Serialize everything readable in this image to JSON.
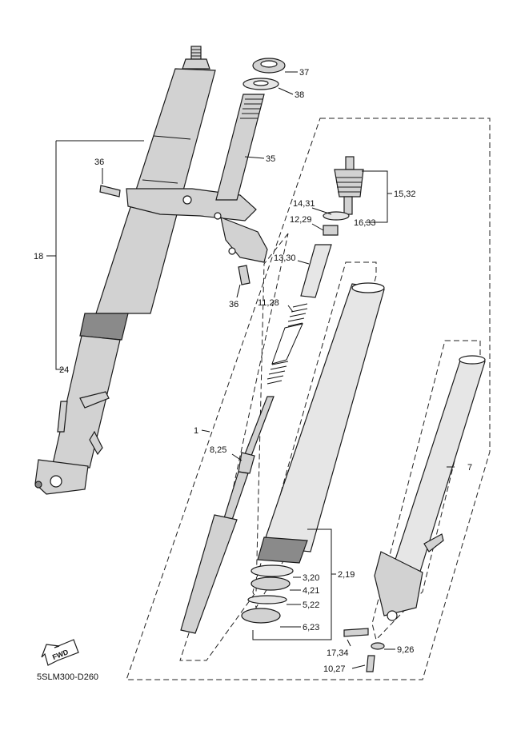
{
  "diagram_code": "5SLM300-D260",
  "fwd_label": "FWD",
  "callouts": {
    "c37": "37",
    "c38": "38",
    "c35": "35",
    "c36a": "36",
    "c36b": "36",
    "c18": "18",
    "c24": "24",
    "c15_32": "15,32",
    "c14_31": "14,31",
    "c12_29": "12,29",
    "c16_33": "16,33",
    "c13_30": "13,30",
    "c11_28": "11,28",
    "c1": "1",
    "c8_25": "8,25",
    "c7": "7",
    "c3_20": "3,20",
    "c2_19": "2,19",
    "c4_21": "4,21",
    "c5_22": "5,22",
    "c6_23": "6,23",
    "c17_34": "17,34",
    "c9_26": "9,26",
    "c10_27": "10,27"
  }
}
